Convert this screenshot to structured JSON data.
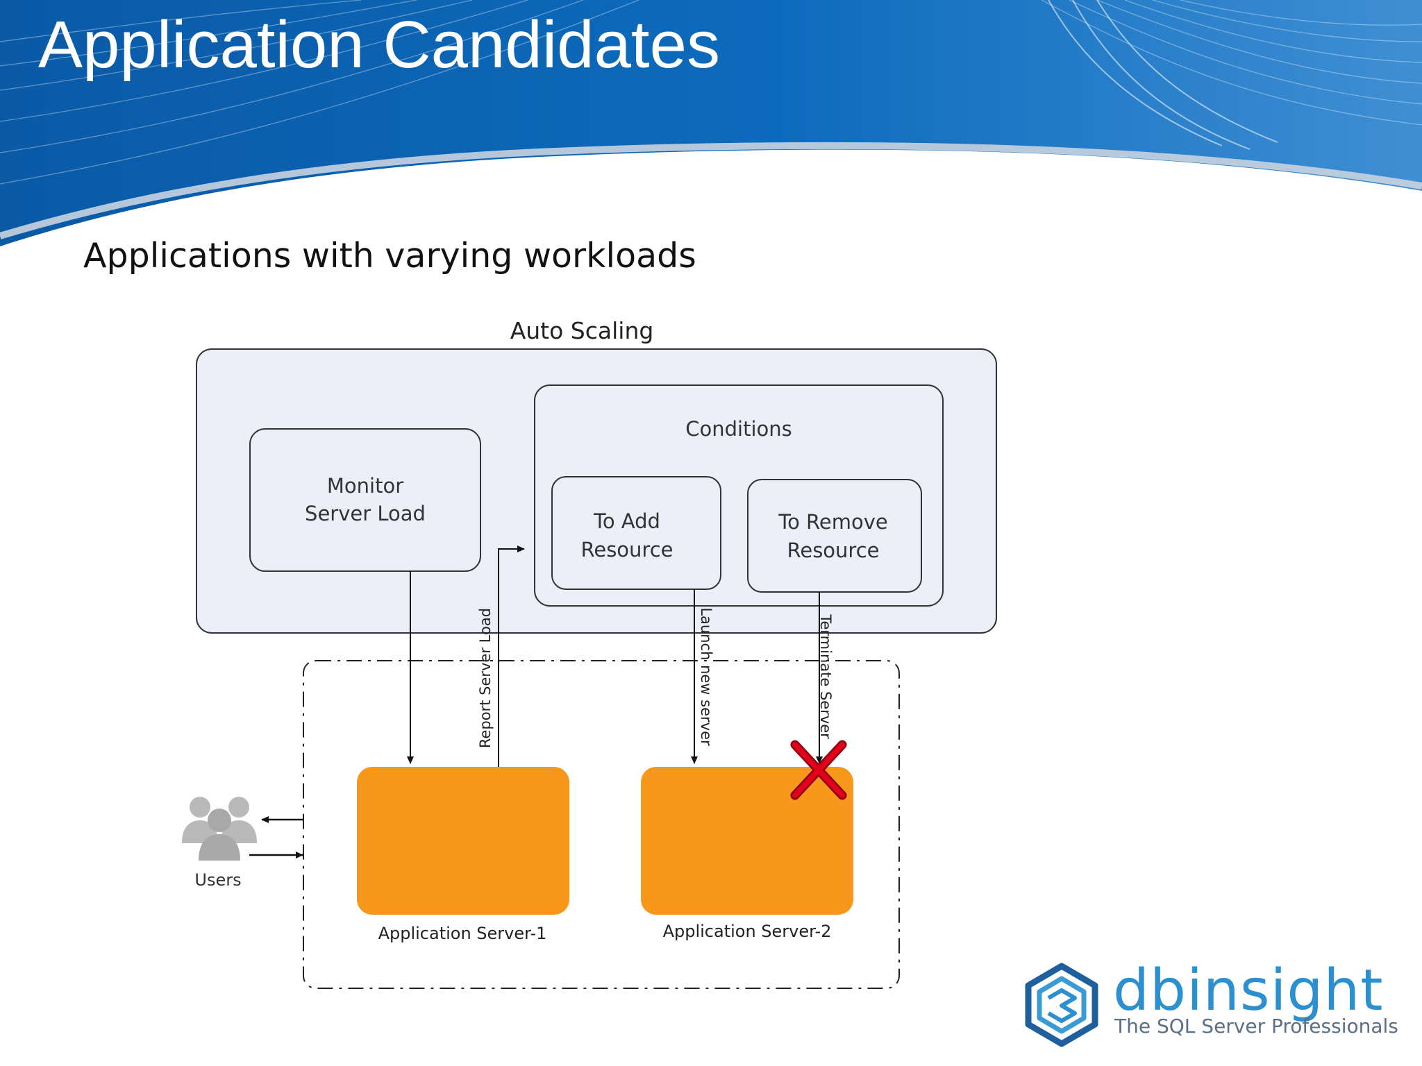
{
  "slide": {
    "title": "Application Candidates",
    "subtitle": "Applications with varying workloads"
  },
  "diagram": {
    "auto_scaling_label": "Auto Scaling",
    "monitor_line1": "Monitor",
    "monitor_line2": "Server Load",
    "conditions_label": "Conditions",
    "add_line1": "To Add",
    "add_line2": "Resource",
    "remove_line1": "To Remove",
    "remove_line2": "Resource",
    "report_label": "Report Server Load",
    "launch_label": "Launch new server",
    "terminate_label": "Terminate Server",
    "server1_label": "Application Server-1",
    "server2_label": "Application Server-2",
    "users_label": "Users"
  },
  "logo": {
    "name": "dbinsight",
    "tagline": "The SQL Server Professionals"
  },
  "colors": {
    "header_blue": "#0b63b3",
    "server_orange": "#f7981d",
    "autoscale_fill": "#eceff8",
    "cross_red": "#e3001b",
    "logo_blue": "#2b8fd0",
    "logo_text": "#5b6f86"
  }
}
